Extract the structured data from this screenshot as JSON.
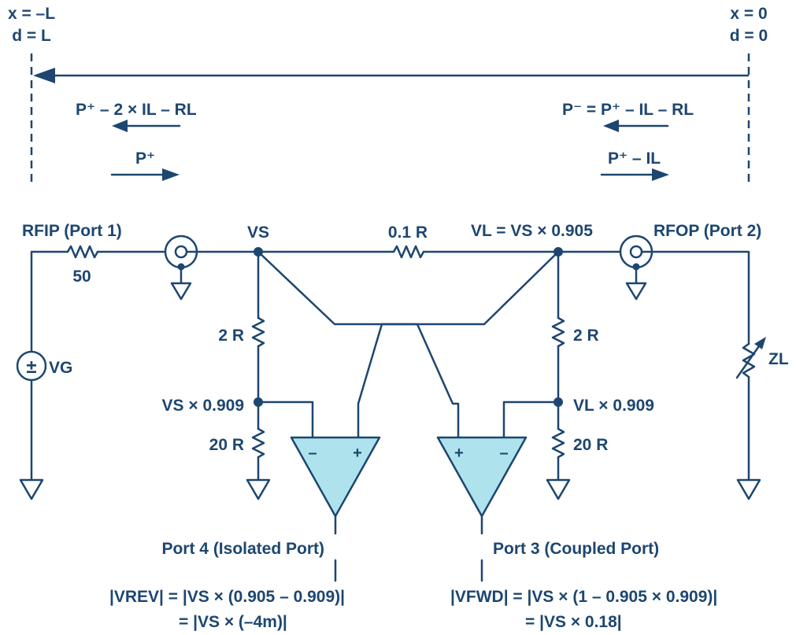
{
  "colors": {
    "ink": "#1d4670",
    "amp_fill": "#aee3ee",
    "background": "#ffffff"
  },
  "top": {
    "left_x": "x = –L",
    "left_d": "d = L",
    "right_x": "x = 0",
    "right_d": "d = 0"
  },
  "waves": {
    "reflected_at_source": "P⁺ – 2 × IL – RL",
    "reflected_at_load": "P⁻ = P⁺ – IL – RL",
    "incident_at_source": "P⁺",
    "incident_at_load": "P⁺ – IL"
  },
  "circuit": {
    "port1": "RFIP (Port 1)",
    "port2": "RFOP (Port 2)",
    "source_resistor": "50",
    "source": "VG",
    "source_symbol": "±",
    "load": "ZL",
    "vs_node": "VS",
    "series_resistor": "0.1 R",
    "vl_node": "VL = VS × 0.905",
    "left_top_resistor": "2 R",
    "left_tap": "VS × 0.909",
    "left_bottom_resistor": "20 R",
    "right_top_resistor": "2 R",
    "right_tap": "VL × 0.909",
    "right_bottom_resistor": "20 R",
    "minus_sign": "–",
    "plus_sign": "+"
  },
  "ports": {
    "port4": "Port 4 (Isolated Port)",
    "port3": "Port 3 (Coupled Port)",
    "vrev_line1": "|VREV| = |VS × (0.905 – 0.909)|",
    "vrev_line2": "= |VS × (–4m)|",
    "vfwd_line1": "|VFWD| = |VS × (1 – 0.905 × 0.909)|",
    "vfwd_line2": "= |VS × 0.18|"
  }
}
